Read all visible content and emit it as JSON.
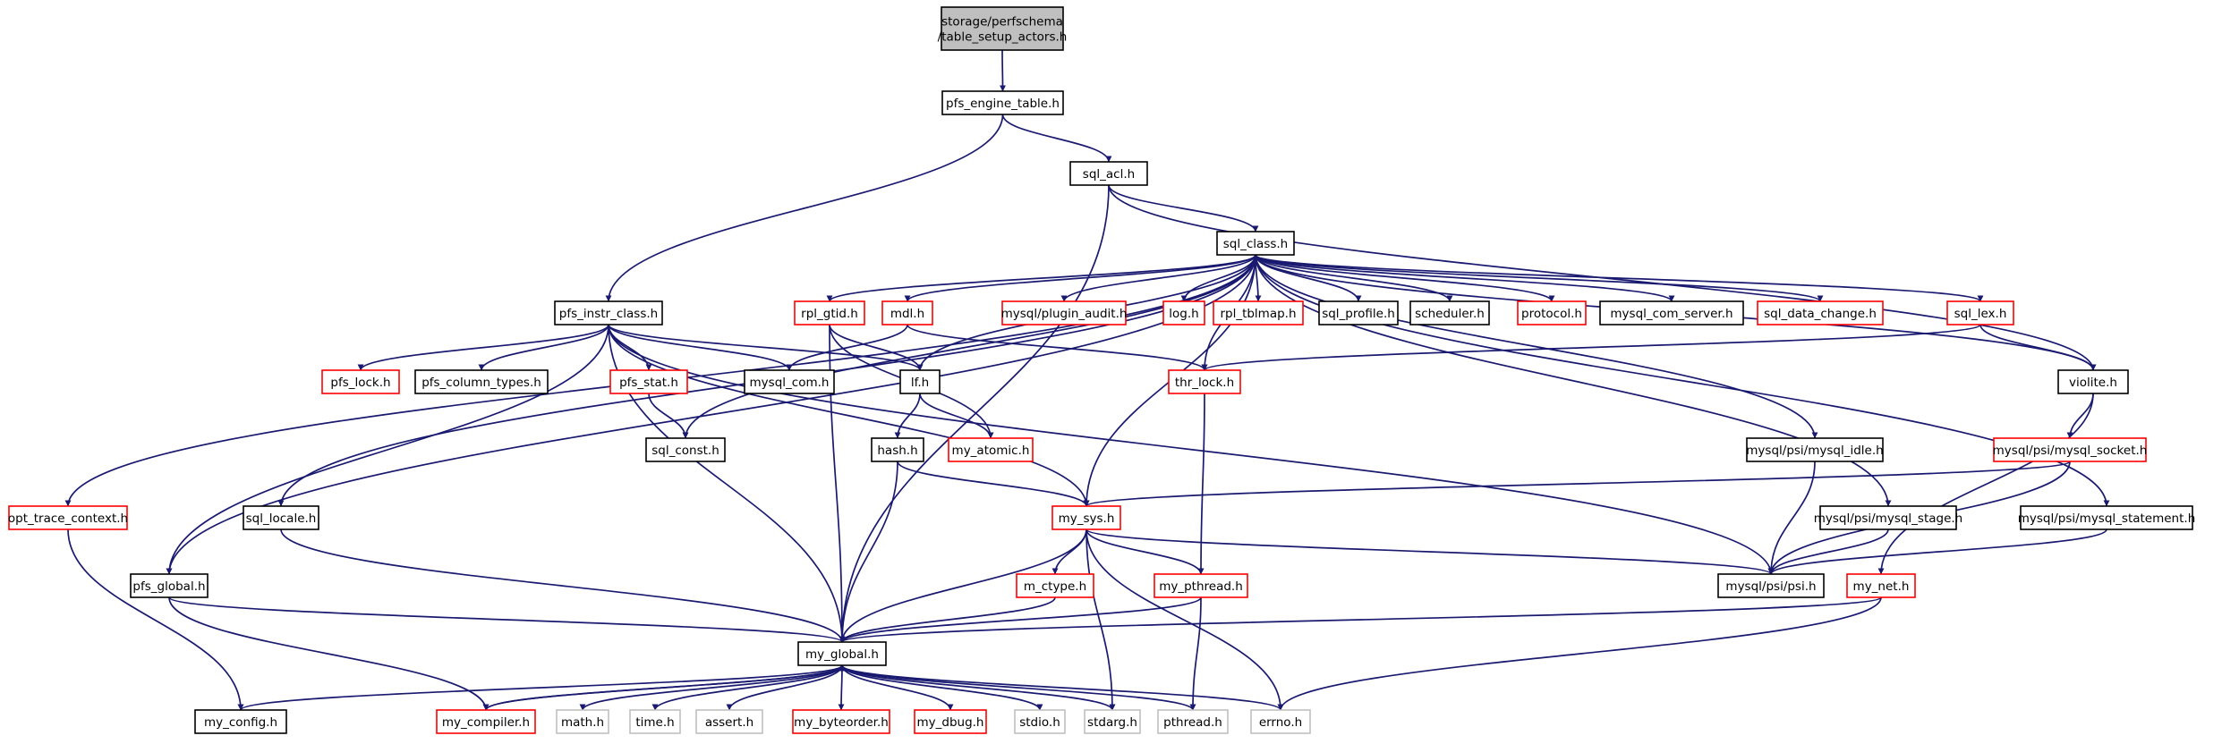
{
  "colors": {
    "edge": "#191970",
    "border_normal": "#000000",
    "border_external": "#ff0000",
    "border_system": "#bfbfbf",
    "root_fill": "#bfbfbf",
    "node_fill": "#ffffff"
  },
  "nodes": [
    {
      "id": "root",
      "label": "storage/perfschema\n/table_setup_actors.h",
      "kind": "root"
    },
    {
      "id": "pfs_engine_table",
      "label": "pfs_engine_table.h",
      "kind": "normal"
    },
    {
      "id": "sql_acl",
      "label": "sql_acl.h",
      "kind": "normal"
    },
    {
      "id": "sql_class",
      "label": "sql_class.h",
      "kind": "normal"
    },
    {
      "id": "pfs_instr_class",
      "label": "pfs_instr_class.h",
      "kind": "normal"
    },
    {
      "id": "opt_trace_context",
      "label": "opt_trace_context.h",
      "kind": "external"
    },
    {
      "id": "sql_locale",
      "label": "sql_locale.h",
      "kind": "normal"
    },
    {
      "id": "pfs_global",
      "label": "pfs_global.h",
      "kind": "normal"
    },
    {
      "id": "pfs_lock",
      "label": "pfs_lock.h",
      "kind": "external"
    },
    {
      "id": "pfs_column_types",
      "label": "pfs_column_types.h",
      "kind": "normal"
    },
    {
      "id": "pfs_stat",
      "label": "pfs_stat.h",
      "kind": "external"
    },
    {
      "id": "sql_const",
      "label": "sql_const.h",
      "kind": "normal"
    },
    {
      "id": "mysql_com",
      "label": "mysql_com.h",
      "kind": "normal"
    },
    {
      "id": "rpl_gtid",
      "label": "rpl_gtid.h",
      "kind": "external"
    },
    {
      "id": "mdl",
      "label": "mdl.h",
      "kind": "external"
    },
    {
      "id": "lf",
      "label": "lf.h",
      "kind": "normal"
    },
    {
      "id": "hash",
      "label": "hash.h",
      "kind": "normal"
    },
    {
      "id": "my_atomic",
      "label": "my_atomic.h",
      "kind": "external"
    },
    {
      "id": "plugin_audit",
      "label": "mysql/plugin_audit.h",
      "kind": "external"
    },
    {
      "id": "log",
      "label": "log.h",
      "kind": "external"
    },
    {
      "id": "rpl_tblmap",
      "label": "rpl_tblmap.h",
      "kind": "external"
    },
    {
      "id": "sql_profile",
      "label": "sql_profile.h",
      "kind": "normal"
    },
    {
      "id": "scheduler",
      "label": "scheduler.h",
      "kind": "normal"
    },
    {
      "id": "protocol",
      "label": "protocol.h",
      "kind": "external"
    },
    {
      "id": "mysql_com_server",
      "label": "mysql_com_server.h",
      "kind": "normal"
    },
    {
      "id": "sql_data_change",
      "label": "sql_data_change.h",
      "kind": "external"
    },
    {
      "id": "sql_lex",
      "label": "sql_lex.h",
      "kind": "external"
    },
    {
      "id": "thr_lock",
      "label": "thr_lock.h",
      "kind": "external"
    },
    {
      "id": "violite",
      "label": "violite.h",
      "kind": "normal"
    },
    {
      "id": "mysql_idle",
      "label": "mysql/psi/mysql_idle.h",
      "kind": "normal"
    },
    {
      "id": "mysql_socket",
      "label": "mysql/psi/mysql_socket.h",
      "kind": "external"
    },
    {
      "id": "mysql_stage",
      "label": "mysql/psi/mysql_stage.h",
      "kind": "normal"
    },
    {
      "id": "mysql_statement",
      "label": "mysql/psi/mysql_statement.h",
      "kind": "normal"
    },
    {
      "id": "my_sys",
      "label": "my_sys.h",
      "kind": "external"
    },
    {
      "id": "m_ctype",
      "label": "m_ctype.h",
      "kind": "external"
    },
    {
      "id": "my_pthread",
      "label": "my_pthread.h",
      "kind": "external"
    },
    {
      "id": "psi",
      "label": "mysql/psi/psi.h",
      "kind": "normal"
    },
    {
      "id": "my_net",
      "label": "my_net.h",
      "kind": "external"
    },
    {
      "id": "my_global",
      "label": "my_global.h",
      "kind": "normal"
    },
    {
      "id": "my_config",
      "label": "my_config.h",
      "kind": "normal"
    },
    {
      "id": "my_compiler",
      "label": "my_compiler.h",
      "kind": "external"
    },
    {
      "id": "math",
      "label": "math.h",
      "kind": "system"
    },
    {
      "id": "time",
      "label": "time.h",
      "kind": "system"
    },
    {
      "id": "assert",
      "label": "assert.h",
      "kind": "system"
    },
    {
      "id": "my_byteorder",
      "label": "my_byteorder.h",
      "kind": "external"
    },
    {
      "id": "my_dbug",
      "label": "my_dbug.h",
      "kind": "external"
    },
    {
      "id": "stdio",
      "label": "stdio.h",
      "kind": "system"
    },
    {
      "id": "stdarg",
      "label": "stdarg.h",
      "kind": "system"
    },
    {
      "id": "pthread",
      "label": "pthread.h",
      "kind": "system"
    },
    {
      "id": "errno",
      "label": "errno.h",
      "kind": "system"
    }
  ],
  "edges": [
    [
      "root",
      "pfs_engine_table"
    ],
    [
      "pfs_engine_table",
      "sql_acl"
    ],
    [
      "pfs_engine_table",
      "pfs_instr_class"
    ],
    [
      "sql_acl",
      "sql_class"
    ],
    [
      "sql_acl",
      "violite"
    ],
    [
      "sql_acl",
      "my_global"
    ],
    [
      "sql_class",
      "opt_trace_context"
    ],
    [
      "sql_class",
      "sql_locale"
    ],
    [
      "sql_class",
      "sql_const"
    ],
    [
      "sql_class",
      "rpl_gtid"
    ],
    [
      "sql_class",
      "mdl"
    ],
    [
      "sql_class",
      "lf"
    ],
    [
      "sql_class",
      "plugin_audit"
    ],
    [
      "sql_class",
      "log"
    ],
    [
      "sql_class",
      "rpl_tblmap"
    ],
    [
      "sql_class",
      "sql_profile"
    ],
    [
      "sql_class",
      "scheduler"
    ],
    [
      "sql_class",
      "protocol"
    ],
    [
      "sql_class",
      "mysql_com_server"
    ],
    [
      "sql_class",
      "sql_data_change"
    ],
    [
      "sql_class",
      "sql_lex"
    ],
    [
      "sql_class",
      "thr_lock"
    ],
    [
      "sql_class",
      "violite"
    ],
    [
      "sql_class",
      "mysql_idle"
    ],
    [
      "sql_class",
      "mysql_stage"
    ],
    [
      "sql_class",
      "mysql_statement"
    ],
    [
      "sql_class",
      "my_sys"
    ],
    [
      "sql_class",
      "pfs_global"
    ],
    [
      "pfs_instr_class",
      "pfs_global"
    ],
    [
      "pfs_instr_class",
      "pfs_lock"
    ],
    [
      "pfs_instr_class",
      "pfs_column_types"
    ],
    [
      "pfs_instr_class",
      "pfs_stat"
    ],
    [
      "pfs_instr_class",
      "mysql_com"
    ],
    [
      "pfs_instr_class",
      "lf"
    ],
    [
      "pfs_instr_class",
      "my_sys"
    ],
    [
      "pfs_instr_class",
      "my_global"
    ],
    [
      "pfs_instr_class",
      "psi"
    ],
    [
      "opt_trace_context",
      "my_config"
    ],
    [
      "sql_locale",
      "my_global"
    ],
    [
      "pfs_global",
      "my_global"
    ],
    [
      "pfs_global",
      "my_compiler"
    ],
    [
      "pfs_stat",
      "sql_const"
    ],
    [
      "rpl_gtid",
      "lf"
    ],
    [
      "rpl_gtid",
      "my_atomic"
    ],
    [
      "rpl_gtid",
      "my_global"
    ],
    [
      "mdl",
      "mysql_com"
    ],
    [
      "mdl",
      "thr_lock"
    ],
    [
      "lf",
      "hash"
    ],
    [
      "lf",
      "my_atomic"
    ],
    [
      "hash",
      "my_sys"
    ],
    [
      "hash",
      "my_global"
    ],
    [
      "sql_lex",
      "thr_lock"
    ],
    [
      "sql_lex",
      "violite"
    ],
    [
      "thr_lock",
      "my_pthread"
    ],
    [
      "violite",
      "mysql_socket"
    ],
    [
      "violite",
      "my_net"
    ],
    [
      "mysql_idle",
      "psi"
    ],
    [
      "mysql_socket",
      "my_sys"
    ],
    [
      "mysql_socket",
      "psi"
    ],
    [
      "mysql_stage",
      "psi"
    ],
    [
      "mysql_statement",
      "psi"
    ],
    [
      "my_sys",
      "m_ctype"
    ],
    [
      "my_sys",
      "my_pthread"
    ],
    [
      "my_sys",
      "psi"
    ],
    [
      "my_sys",
      "my_global"
    ],
    [
      "my_sys",
      "stdarg"
    ],
    [
      "my_sys",
      "errno"
    ],
    [
      "m_ctype",
      "my_global"
    ],
    [
      "my_pthread",
      "my_global"
    ],
    [
      "my_pthread",
      "pthread"
    ],
    [
      "my_net",
      "my_global"
    ],
    [
      "my_net",
      "errno"
    ],
    [
      "my_global",
      "my_config"
    ],
    [
      "my_global",
      "my_compiler"
    ],
    [
      "my_global",
      "math"
    ],
    [
      "my_global",
      "time"
    ],
    [
      "my_global",
      "assert"
    ],
    [
      "my_global",
      "my_byteorder"
    ],
    [
      "my_global",
      "my_dbug"
    ],
    [
      "my_global",
      "stdio"
    ],
    [
      "my_global",
      "stdarg"
    ],
    [
      "my_global",
      "pthread"
    ],
    [
      "my_global",
      "errno"
    ],
    [
      "my_compiler",
      "my_global"
    ]
  ]
}
